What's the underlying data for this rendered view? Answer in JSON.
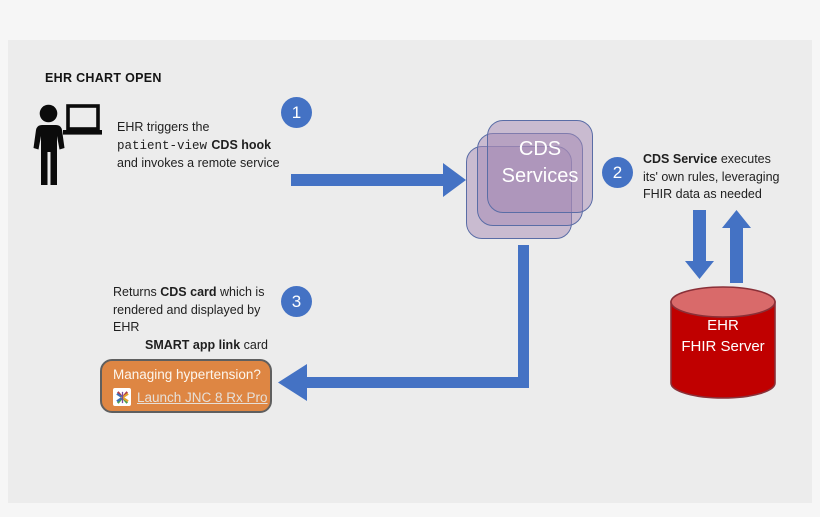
{
  "title": "EHR CHART OPEN",
  "steps": {
    "one": {
      "number": "1",
      "line1": "EHR triggers the",
      "mono": "patient-view",
      "bold2": "CDS hook",
      "line3": "and invokes a remote service"
    },
    "two": {
      "number": "2",
      "bold1": "CDS Service",
      "rest1": " executes",
      "line2": "its' own rules, leveraging",
      "line3": "FHIR data as needed"
    },
    "three": {
      "number": "3",
      "pre": "Returns ",
      "bold1": "CDS card",
      "post": " which is",
      "line2": "rendered and displayed by",
      "line3": "EHR"
    }
  },
  "cds_services": {
    "line1": "CDS",
    "line2": "Services"
  },
  "fhir_server": {
    "line1": "EHR",
    "line2": "FHIR Server"
  },
  "smart_caption": {
    "bold": "SMART app link",
    "rest": " card"
  },
  "smart_card": {
    "question": "Managing hypertension?",
    "link": "Launch JNC 8 Rx Pro"
  },
  "colors": {
    "accent_blue": "#4472C4",
    "cds_border": "#5A6DA6",
    "cds_fill": "#B9A0C6",
    "cylinder_body": "#C00000",
    "cylinder_top": "#D96A6A",
    "card_orange": "#DE8643",
    "panel_gray": "#ECECEC"
  }
}
